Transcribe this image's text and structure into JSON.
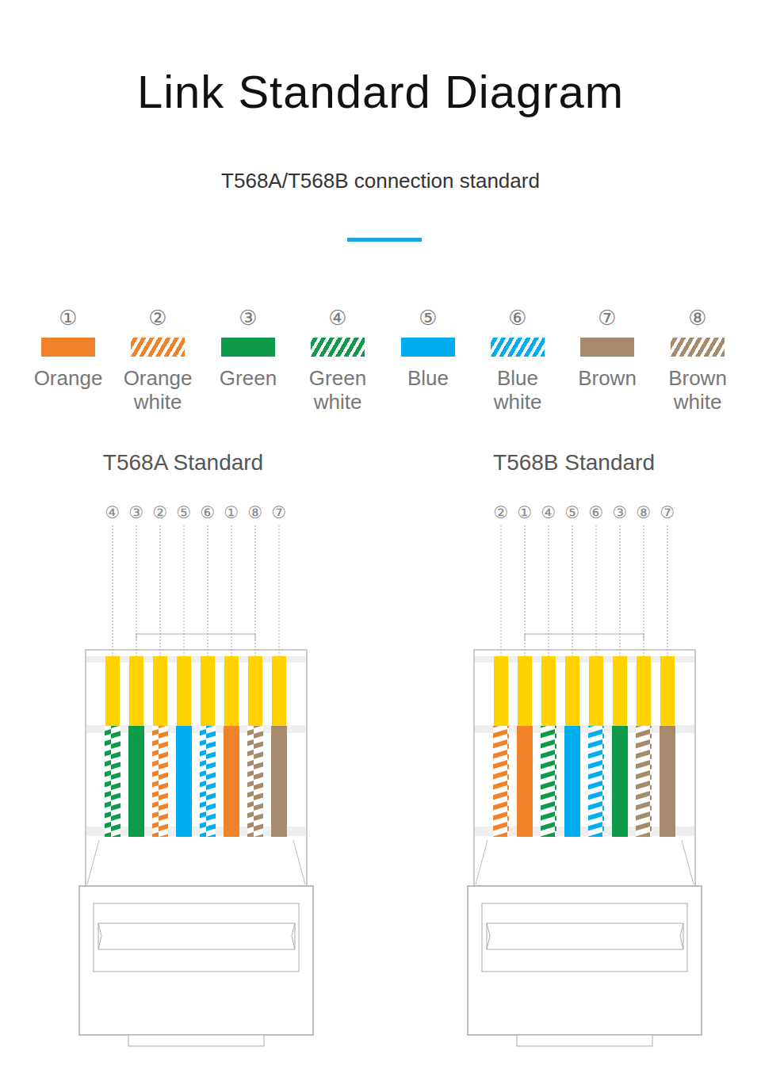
{
  "diagram": {
    "title": "Link Standard Diagram",
    "nodes": [
      {
        "text": [
          "T568A Standard"
        ]
      },
      {
        "text": [
          "T568B Standard"
        ]
      }
    ],
    "labels": [
      "T568A/T568B connection standard",
      "①",
      "②",
      "③",
      "④",
      "⑤",
      "⑥",
      "⑦",
      "⑧",
      "④",
      "③",
      "②",
      "⑤",
      "⑥",
      "①",
      "⑧",
      "⑦",
      "②",
      "①",
      "④",
      "⑤",
      "⑥",
      "③",
      "⑧",
      "⑦"
    ],
    "legend": [
      {
        "text": "Orange",
        "color": "#f0832a"
      },
      {
        "text": "Orange white",
        "color": "#f0832a"
      },
      {
        "text": "Green",
        "color": "#0d9b4a"
      },
      {
        "text": "Green white",
        "color": "#0d9b4a"
      },
      {
        "text": "Blue",
        "color": "#00aeef"
      },
      {
        "text": "Blue white",
        "color": "#00aeef"
      },
      {
        "text": "Brown",
        "color": "#a58a6b"
      },
      {
        "text": "Brown white",
        "color": "#a58a6b"
      }
    ]
  }
}
